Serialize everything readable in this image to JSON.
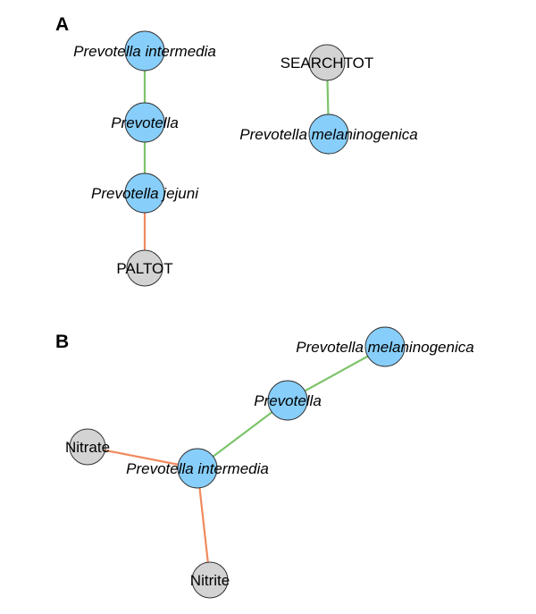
{
  "colors": {
    "taxon_fill": "#87CEFA",
    "variable_fill": "#D3D3D3",
    "positive_edge": "#7DC46A",
    "negative_edge": "#F08A5D"
  },
  "panels": [
    {
      "label": "A",
      "nodes": [
        {
          "id": "a_pi",
          "label": "Prevotella intermedia",
          "kind": "taxon",
          "italic": true
        },
        {
          "id": "a_p",
          "label": "Prevotella",
          "kind": "taxon",
          "italic": true
        },
        {
          "id": "a_pj",
          "label": "Prevotella jejuni",
          "kind": "taxon",
          "italic": true
        },
        {
          "id": "a_paltot",
          "label": "PALTOT",
          "kind": "variable",
          "italic": false
        },
        {
          "id": "a_search",
          "label": "SEARCHTOT",
          "kind": "variable",
          "italic": false
        },
        {
          "id": "a_pm",
          "label": "Prevotella melaninogenica",
          "kind": "taxon",
          "italic": true
        }
      ],
      "edges": [
        {
          "from": "a_pi",
          "to": "a_p",
          "sign": "positive"
        },
        {
          "from": "a_p",
          "to": "a_pj",
          "sign": "positive"
        },
        {
          "from": "a_pj",
          "to": "a_paltot",
          "sign": "negative"
        },
        {
          "from": "a_search",
          "to": "a_pm",
          "sign": "positive"
        }
      ]
    },
    {
      "label": "B",
      "nodes": [
        {
          "id": "b_pm",
          "label": "Prevotella melaninogenica",
          "kind": "taxon",
          "italic": true
        },
        {
          "id": "b_p",
          "label": "Prevotella",
          "kind": "taxon",
          "italic": true
        },
        {
          "id": "b_pi",
          "label": "Prevotella intermedia",
          "kind": "taxon",
          "italic": true
        },
        {
          "id": "b_nitrate",
          "label": "Nitrate",
          "kind": "variable",
          "italic": false
        },
        {
          "id": "b_nitrite",
          "label": "Nitrite",
          "kind": "variable",
          "italic": false
        }
      ],
      "edges": [
        {
          "from": "b_pm",
          "to": "b_p",
          "sign": "positive"
        },
        {
          "from": "b_p",
          "to": "b_pi",
          "sign": "positive"
        },
        {
          "from": "b_nitrate",
          "to": "b_pi",
          "sign": "negative"
        },
        {
          "from": "b_pi",
          "to": "b_nitrite",
          "sign": "negative"
        }
      ]
    }
  ]
}
